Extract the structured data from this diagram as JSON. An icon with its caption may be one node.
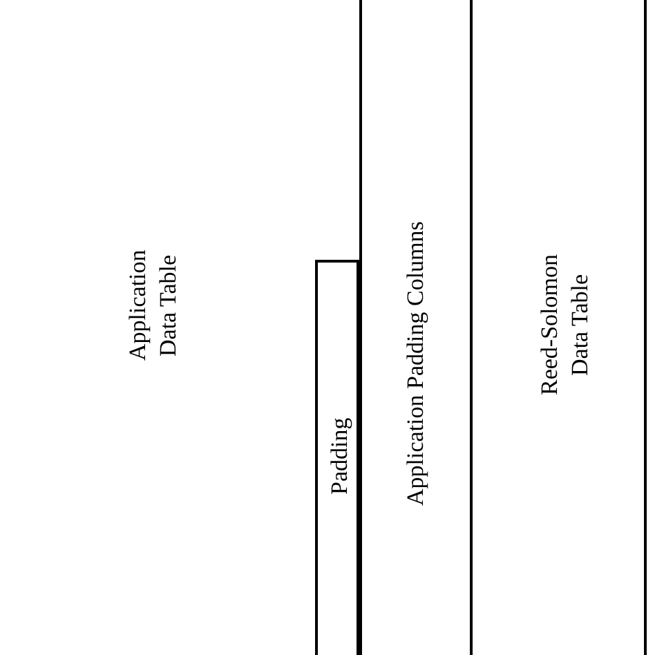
{
  "diagram": {
    "nodes": [
      {
        "text": [
          "Application Data Table"
        ]
      },
      {
        "text": [
          "Padding"
        ],
        "in": 0
      },
      {
        "text": [
          "Application Padding Columns"
        ]
      },
      {
        "text": [
          "Reed-Solomon Data Table"
        ]
      }
    ]
  }
}
